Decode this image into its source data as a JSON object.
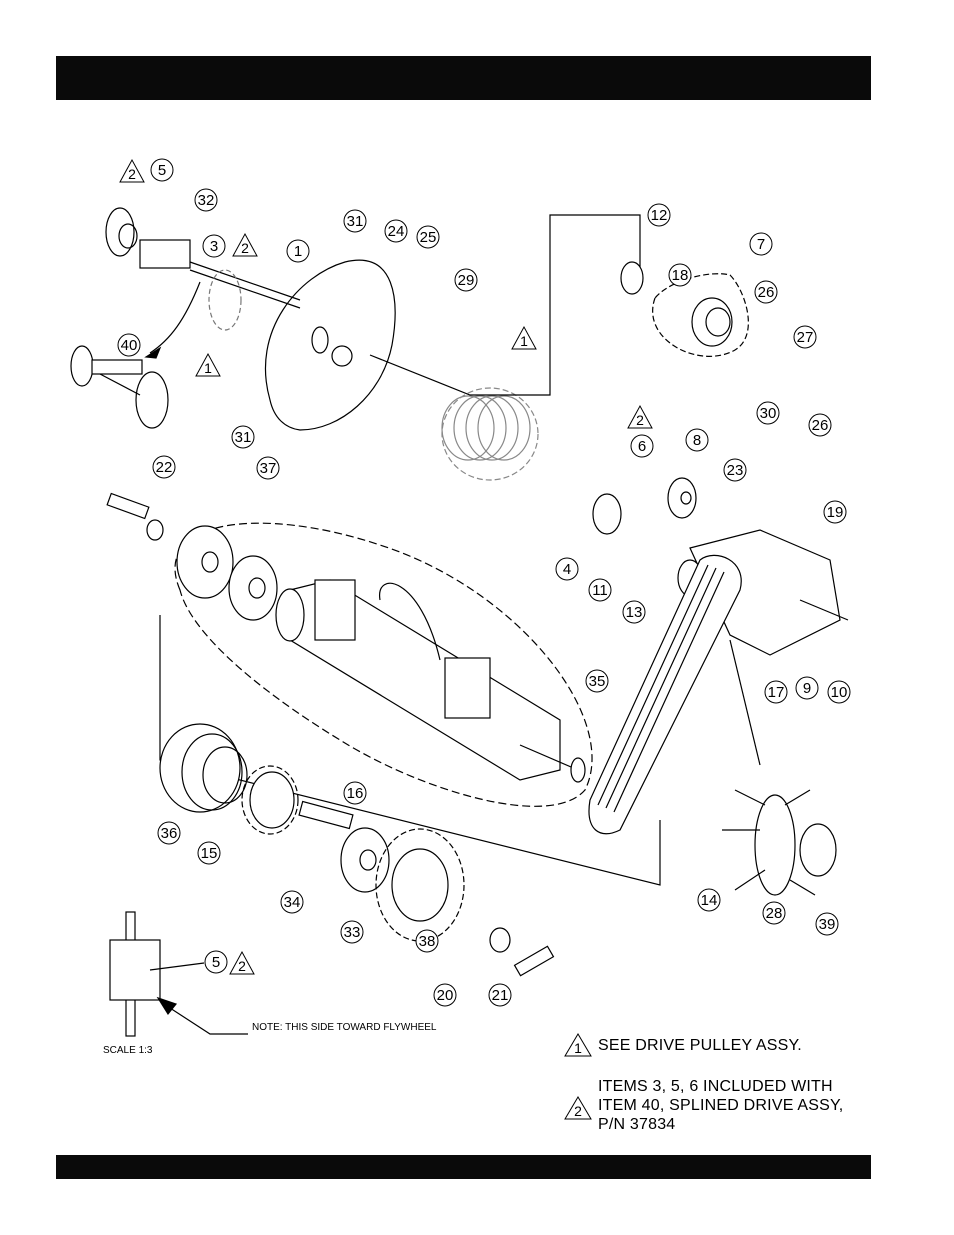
{
  "header": {
    "title": ""
  },
  "callouts": [
    {
      "id": "c5",
      "label": "5"
    },
    {
      "id": "c32",
      "label": "32"
    },
    {
      "id": "c3",
      "label": "3"
    },
    {
      "id": "c1a",
      "label": "1"
    },
    {
      "id": "c31a",
      "label": "31"
    },
    {
      "id": "c24",
      "label": "24"
    },
    {
      "id": "c25",
      "label": "25"
    },
    {
      "id": "c29",
      "label": "29"
    },
    {
      "id": "c12",
      "label": "12"
    },
    {
      "id": "c7",
      "label": "7"
    },
    {
      "id": "c18",
      "label": "18"
    },
    {
      "id": "c26a",
      "label": "26"
    },
    {
      "id": "c27",
      "label": "27"
    },
    {
      "id": "c40",
      "label": "40"
    },
    {
      "id": "c31b",
      "label": "31"
    },
    {
      "id": "c22",
      "label": "22"
    },
    {
      "id": "c37",
      "label": "37"
    },
    {
      "id": "c6",
      "label": "6"
    },
    {
      "id": "c8",
      "label": "8"
    },
    {
      "id": "c23",
      "label": "23"
    },
    {
      "id": "c30",
      "label": "30"
    },
    {
      "id": "c26b",
      "label": "26"
    },
    {
      "id": "c19",
      "label": "19"
    },
    {
      "id": "c4",
      "label": "4"
    },
    {
      "id": "c11",
      "label": "11"
    },
    {
      "id": "c13",
      "label": "13"
    },
    {
      "id": "c35",
      "label": "35"
    },
    {
      "id": "c17",
      "label": "17"
    },
    {
      "id": "c9",
      "label": "9"
    },
    {
      "id": "c10",
      "label": "10"
    },
    {
      "id": "c16",
      "label": "16"
    },
    {
      "id": "c36",
      "label": "36"
    },
    {
      "id": "c15",
      "label": "15"
    },
    {
      "id": "c34",
      "label": "34"
    },
    {
      "id": "c33",
      "label": "33"
    },
    {
      "id": "c38",
      "label": "38"
    },
    {
      "id": "c14",
      "label": "14"
    },
    {
      "id": "c28",
      "label": "28"
    },
    {
      "id": "c39",
      "label": "39"
    },
    {
      "id": "c20",
      "label": "20"
    },
    {
      "id": "c21",
      "label": "21"
    },
    {
      "id": "c5b",
      "label": "5"
    }
  ],
  "triangles": {
    "one": "1",
    "two": "2"
  },
  "inset": {
    "scale": "SCALE 1:3",
    "note": "NOTE:  THIS SIDE TOWARD FLYWHEEL"
  },
  "legend": {
    "note1": "SEE DRIVE PULLEY ASSY.",
    "note2": "ITEMS 3, 5, 6 INCLUDED WITH ITEM 40, SPLINED DRIVE ASSY, P/N 37834"
  }
}
